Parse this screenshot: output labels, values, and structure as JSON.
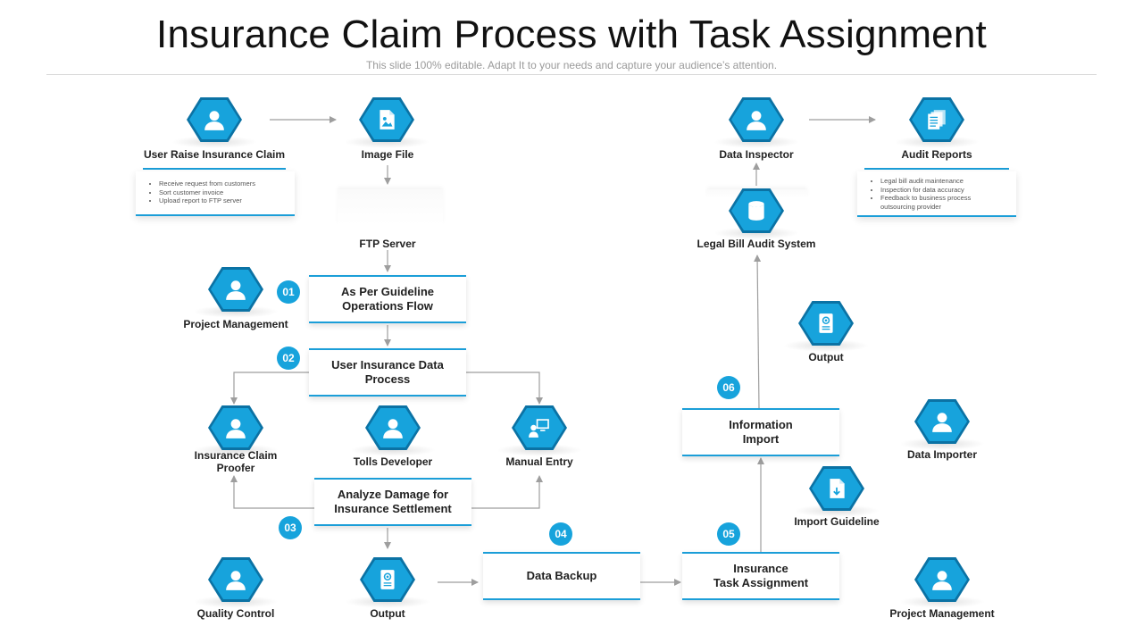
{
  "header": {
    "title": "Insurance Claim Process with Task Assignment",
    "subtitle": "This slide 100% editable. Adapt  It to your needs and capture your audience’s attention."
  },
  "nodes": {
    "user_raise": {
      "label": "User Raise Insurance Claim",
      "icon": "user-icon"
    },
    "image_file": {
      "label": "Image File",
      "icon": "image-file-icon"
    },
    "ftp_server": {
      "label": "FTP  Server"
    },
    "project_mgmt_1": {
      "label": "Project Management",
      "icon": "user-icon"
    },
    "claim_proofer": {
      "label": "Insurance  Claim\nProofer",
      "icon": "user-icon"
    },
    "tolls_dev": {
      "label": "Tolls Developer",
      "icon": "user-icon"
    },
    "manual_entry": {
      "label": "Manual Entry",
      "icon": "computer-user-icon"
    },
    "quality_control": {
      "label": "Quality Control",
      "icon": "user-icon"
    },
    "output_1": {
      "label": "Output",
      "icon": "certificate-icon"
    },
    "data_inspector": {
      "label": "Data Inspector",
      "icon": "user-icon"
    },
    "audit_reports": {
      "label": "Audit Reports",
      "icon": "documents-icon"
    },
    "legal_bill": {
      "label": "Legal Bill  Audit  System",
      "icon": "database-icon"
    },
    "output_2": {
      "label": "Output",
      "icon": "certificate-icon"
    },
    "data_importer": {
      "label": "Data Importer",
      "icon": "user-icon"
    },
    "import_guideline": {
      "label": "Import Guideline",
      "icon": "file-download-icon"
    },
    "project_mgmt_2": {
      "label": "Project Management",
      "icon": "user-icon"
    }
  },
  "notes": {
    "user_raise": [
      "Receive request from customers",
      "Sort customer invoice",
      "Upload report to FTP server"
    ],
    "audit_reports": [
      "Legal bill audit maintenance",
      "Inspection  for data accuracy",
      "Feedback to business process outsourcing  provider"
    ]
  },
  "steps": [
    {
      "number": "01",
      "label": "As Per Guideline\nOperations Flow"
    },
    {
      "number": "02",
      "label": "User Insurance Data\nProcess"
    },
    {
      "number": "03",
      "label": "Analyze Damage for\nInsurance Settlement"
    },
    {
      "number": "04",
      "label": "Data Backup"
    },
    {
      "number": "05",
      "label": "Insurance\nTask Assignment"
    },
    {
      "number": "06",
      "label": "Information\nImport"
    }
  ],
  "colors": {
    "primary": "#17a3dc",
    "dark": "#0b72a4",
    "line": "#9e9e9e"
  }
}
